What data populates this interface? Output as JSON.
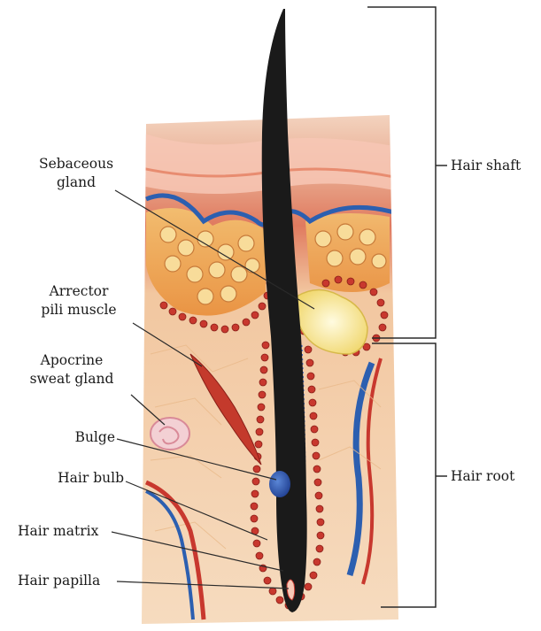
{
  "diagram": {
    "labels": {
      "sebaceous_gland": [
        "Sebaceous",
        "gland"
      ],
      "arrector_pili": [
        "Arrector",
        "pili muscle"
      ],
      "apocrine": [
        "Apocrine",
        "sweat gland"
      ],
      "bulge": "Bulge",
      "hair_bulb": "Hair bulb",
      "hair_matrix": "Hair matrix",
      "hair_papilla": "Hair papilla",
      "hair_shaft": "Hair shaft",
      "hair_root": "Hair root"
    },
    "colors": {
      "epidermis": "#e9b9a0",
      "dermis": "#f6d8b2",
      "fat": "#f0b04a",
      "blood_red": "#c8382e",
      "vein_blue": "#2c5fb0",
      "hair": "#1a1a1a",
      "gland_yellow": "#f4e79a",
      "bulge_blue": "#2a4fae"
    }
  }
}
